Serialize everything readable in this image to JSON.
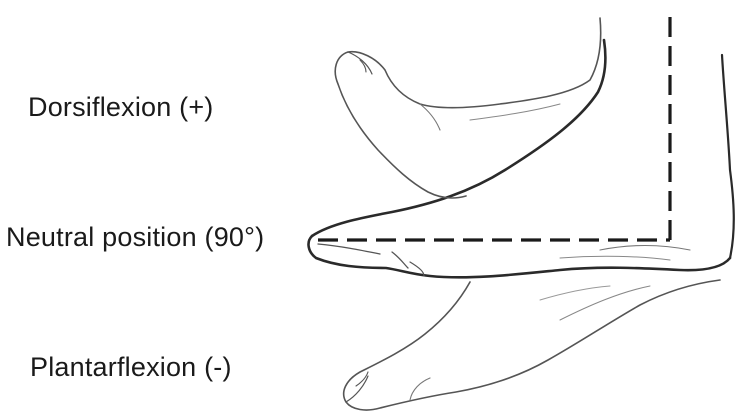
{
  "labels": {
    "dorsiflexion": "Dorsiflexion (+)",
    "neutral": "Neutral position (90°)",
    "plantarflexion": "Plantarflexion (-)"
  },
  "colors": {
    "line": "#2a2a2a",
    "sketch": "#555555",
    "text": "#1a1a1a"
  }
}
